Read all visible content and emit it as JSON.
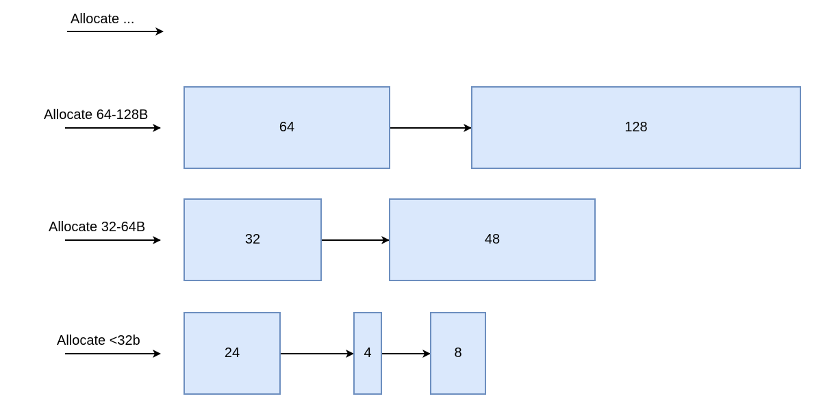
{
  "colors": {
    "block_fill": "#dae8fc",
    "block_stroke": "#6c8ebf",
    "arrow": "#000000",
    "text": "#000000"
  },
  "rows": [
    {
      "label": "Allocate ...",
      "blocks": []
    },
    {
      "label": "Allocate 64-128B",
      "blocks": [
        "64",
        "128"
      ]
    },
    {
      "label": "Allocate 32-64B",
      "blocks": [
        "32",
        "48"
      ]
    },
    {
      "label": "Allocate <32b",
      "blocks": [
        "24",
        "4",
        "8"
      ]
    }
  ]
}
